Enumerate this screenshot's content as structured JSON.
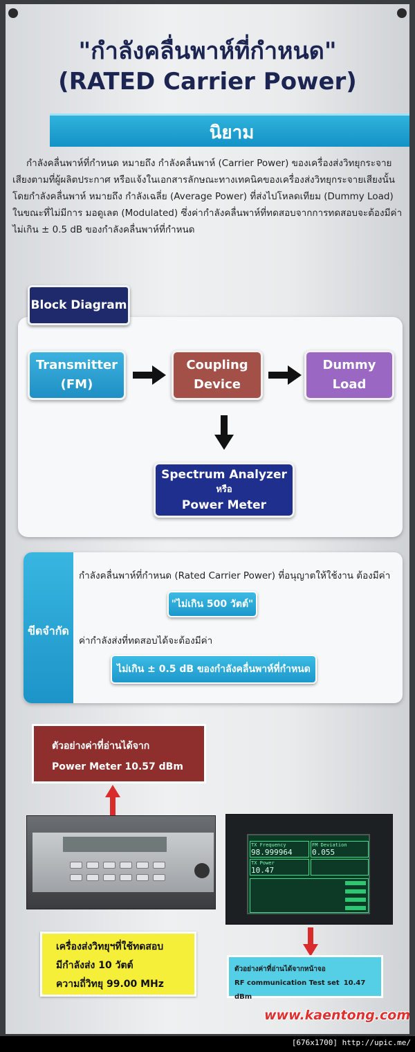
{
  "title": {
    "thai": "\"กำลังคลื่นพาห์ที่กำหนด\"",
    "english": "(RATED Carrier Power)"
  },
  "definition": {
    "heading": "นิยาม",
    "text": "กำลังคลื่นพาห์ที่กำหนด หมายถึง กำลังคลื่นพาห์ (Carrier Power) ของเครื่องส่งวิทยุกระจายเสียงตามที่ผู้ผลิตประกาศ หรือแจ้งในเอกสารลักษณะทางเทคนิคของเครื่องส่งวิทยุกระจายเสียงนั้น โดยกำลังคลื่นพาห์ หมายถึง กำลังเฉลี่ย (Average Power) ที่ส่งไปโหลดเทียม (Dummy Load) ในขณะที่ไม่มีการ มอดูเลต (Modulated) ซึ่งค่ากำลังคลื่นพาห์ที่ทดสอบจากการทดสอบจะต้องมีค่าไม่เกิน ± 0.5 dB ของกำลังคลื่นพาห์ที่กำหนด"
  },
  "block_diagram": {
    "label": "Block Diagram",
    "transmitter": [
      "Transmitter",
      "(FM)"
    ],
    "coupling": [
      "Coupling",
      "Device"
    ],
    "dummy": [
      "Dummy",
      "Load"
    ],
    "analyzer": [
      "Spectrum Analyzer",
      "หรือ",
      "Power Meter"
    ]
  },
  "limits": {
    "side_label": "ขีดจำกัด",
    "line1": "กำลังคลื่นพาห์ที่กำหนด (Rated Carrier Power) ที่อนุญาตให้ใช้งาน ต้องมีค่า",
    "pill1": "\"ไม่เกิน 500 วัตต์\"",
    "line2": "ค่ากำลังส่งที่ทดสอบได้จะต้องมีค่า",
    "pill2": "ไม่เกิน ± 0.5 dB ของกำลังคลื่นพาห์ที่กำหนด"
  },
  "power_meter_reading": {
    "line1": "ตัวอย่างค่าที่อ่านได้จาก",
    "line2": "Power Meter 10.57 dBm"
  },
  "screen": {
    "freq_label": "TX Frequency",
    "freq_value": "98.999964",
    "dev_label": "FM Deviation",
    "dev_value": "0.055",
    "power_label": "TX Power",
    "power_value": "10.47"
  },
  "transmitter_info": {
    "line1": "เครื่องส่งวิทยุฯที่ใช้ทดสอบ",
    "line2": "มีกำลังส่ง 10 วัตต์",
    "line3": "ความถี่วิทยุ 99.00 MHz"
  },
  "test_set_reading": {
    "line1": "ตัวอย่างค่าที่อ่านได้จากหน้าจอ",
    "line2": "RF communication Test set",
    "value": "10.47 dBm"
  },
  "website": "www.kaentong.com",
  "footer": "[676x1700] http://upic.me/",
  "colors": {
    "title": "#1c2452",
    "accent_blue": "#1d94c8",
    "block_label": "#1e2a6b",
    "coupling": "#a35148",
    "dummy": "#9a68c2",
    "analyzer": "#1e2f8e",
    "reading_red": "#8e2f2d",
    "highlight_yellow": "#f5ef3a",
    "url_red": "#e03030"
  }
}
